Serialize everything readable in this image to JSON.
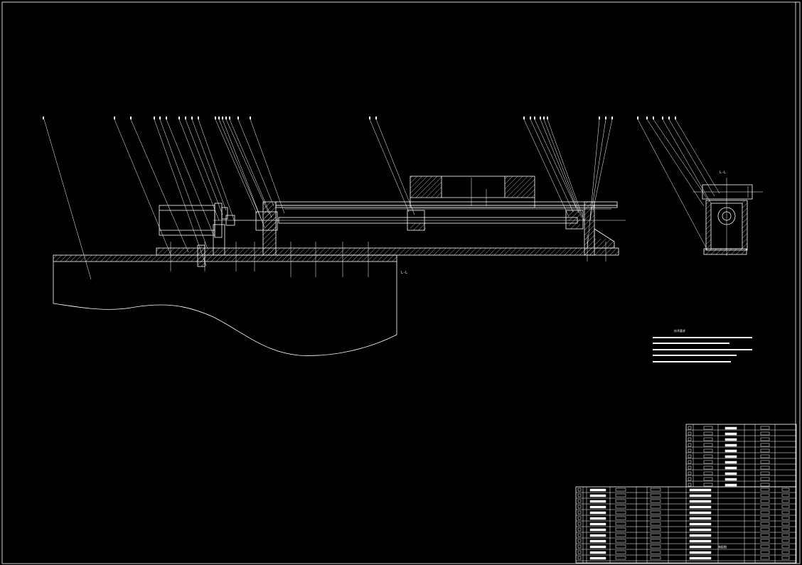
{
  "drawing": {
    "background": "#000000",
    "line_color": "#ffffff",
    "centerline_color": "#ffffff",
    "section_label": "L-L",
    "side_view_label": "L-L",
    "notes_title": "技术要求",
    "title_block_caption": "装配图"
  }
}
